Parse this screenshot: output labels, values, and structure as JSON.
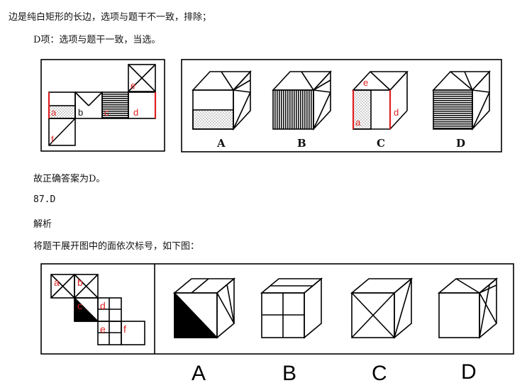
{
  "text": {
    "line1": "边是纯白矩形的长边，选项与题干不一致，排除；",
    "line2": "D项：选项与题干一致，当选。",
    "line3": "故正确答案为D。",
    "line4": "87.D",
    "line5": "解析",
    "line6": "将题干展开图中的面依次标号，如下图："
  },
  "figure1": {
    "net_labels": [
      "a",
      "b",
      "c",
      "d",
      "e",
      "f"
    ],
    "option_labels": [
      "A",
      "B",
      "C",
      "D"
    ],
    "option_c_labels": [
      "e",
      "a",
      "d"
    ],
    "highlight_color": "#e02020"
  },
  "figure2": {
    "net_labels": [
      "a",
      "b",
      "c",
      "d",
      "e",
      "f"
    ],
    "option_labels": [
      "A",
      "B",
      "C",
      "D"
    ],
    "label_color": "#e02020"
  }
}
